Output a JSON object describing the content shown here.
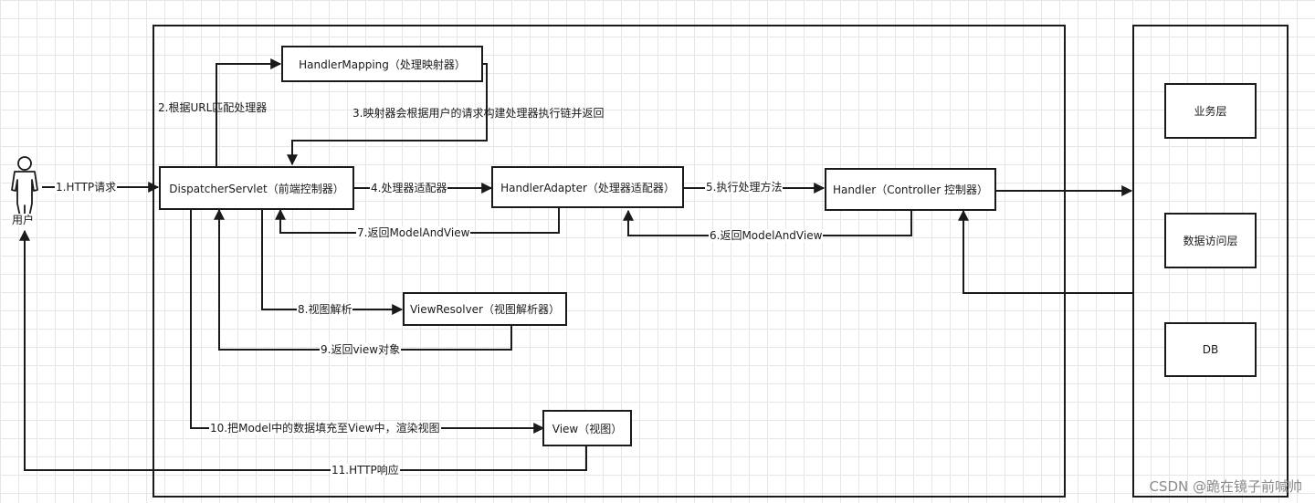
{
  "actor": {
    "label": "用户"
  },
  "nodes": {
    "dispatcher": "DispatcherServlet（前端控制器）",
    "handler_mapping": "HandlerMapping（处理映射器）",
    "handler_adapter": "HandlerAdapter（处理器适配器）",
    "handler": "Handler（Controller 控制器）",
    "view_resolver": "ViewResolver（视图解析器）",
    "view": "View（视图）",
    "service_layer": "业务层",
    "dao_layer": "数据访问层",
    "db": "DB"
  },
  "edges": {
    "e1": "1.HTTP请求",
    "e2": "2.根据URL匹配处理器",
    "e3": "3.映射器会根据用户的请求构建处理器执行链并返回",
    "e4": "4.处理器适配器",
    "e5": "5.执行处理方法",
    "e6": "6.返回ModelAndView",
    "e7": "7.返回ModelAndView",
    "e8": "8.视图解析",
    "e9": "9.返回view对象",
    "e10": "10.把Model中的数据填充至View中，渲染视图",
    "e11": "11.HTTP响应"
  },
  "watermark": "CSDN @跪在镜子前喊帅"
}
